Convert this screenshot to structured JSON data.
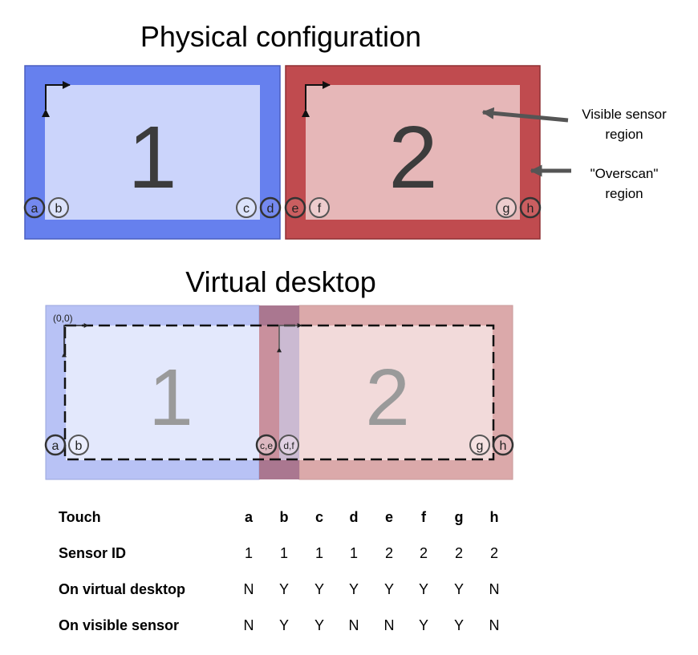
{
  "titles": {
    "physical": "Physical configuration",
    "virtual": "Virtual desktop"
  },
  "colors": {
    "sensor1": "#6680ee",
    "sensor1_visible": "#cbd4fb",
    "sensor2": "#c04b4f",
    "sensor2_visible": "#e6b7b8",
    "virtual1": "#b8c2f5",
    "virtual1_visible": "#e3e8fc",
    "virtual2": "#dba9aa",
    "virtual2_visible": "#f2dada",
    "overlap": "#aa7790",
    "overlap_visible": "#cbbad2"
  },
  "physical": {
    "screen1_label": "1",
    "screen2_label": "2",
    "touches1": [
      "a",
      "b",
      "c",
      "d"
    ],
    "touches2": [
      "e",
      "f",
      "g",
      "h"
    ]
  },
  "annotations": {
    "visible_line1": "Visible sensor",
    "visible_line2": "region",
    "overscan_line1": "\"Overscan\"",
    "overscan_line2": "region"
  },
  "virtual": {
    "origin_label": "(0,0)",
    "screen1_label": "1",
    "screen2_label": "2",
    "touches": [
      "a",
      "b",
      "c,e",
      "d,f",
      "g",
      "h"
    ]
  },
  "table": {
    "header_label": "Touch",
    "columns": [
      "a",
      "b",
      "c",
      "d",
      "e",
      "f",
      "g",
      "h"
    ],
    "rows": [
      {
        "label": "Sensor ID",
        "values": [
          "1",
          "1",
          "1",
          "1",
          "2",
          "2",
          "2",
          "2"
        ]
      },
      {
        "label": "On virtual desktop",
        "values": [
          "N",
          "Y",
          "Y",
          "Y",
          "Y",
          "Y",
          "Y",
          "N"
        ]
      },
      {
        "label": "On visible sensor",
        "values": [
          "N",
          "Y",
          "Y",
          "N",
          "N",
          "Y",
          "Y",
          "N"
        ]
      }
    ]
  }
}
